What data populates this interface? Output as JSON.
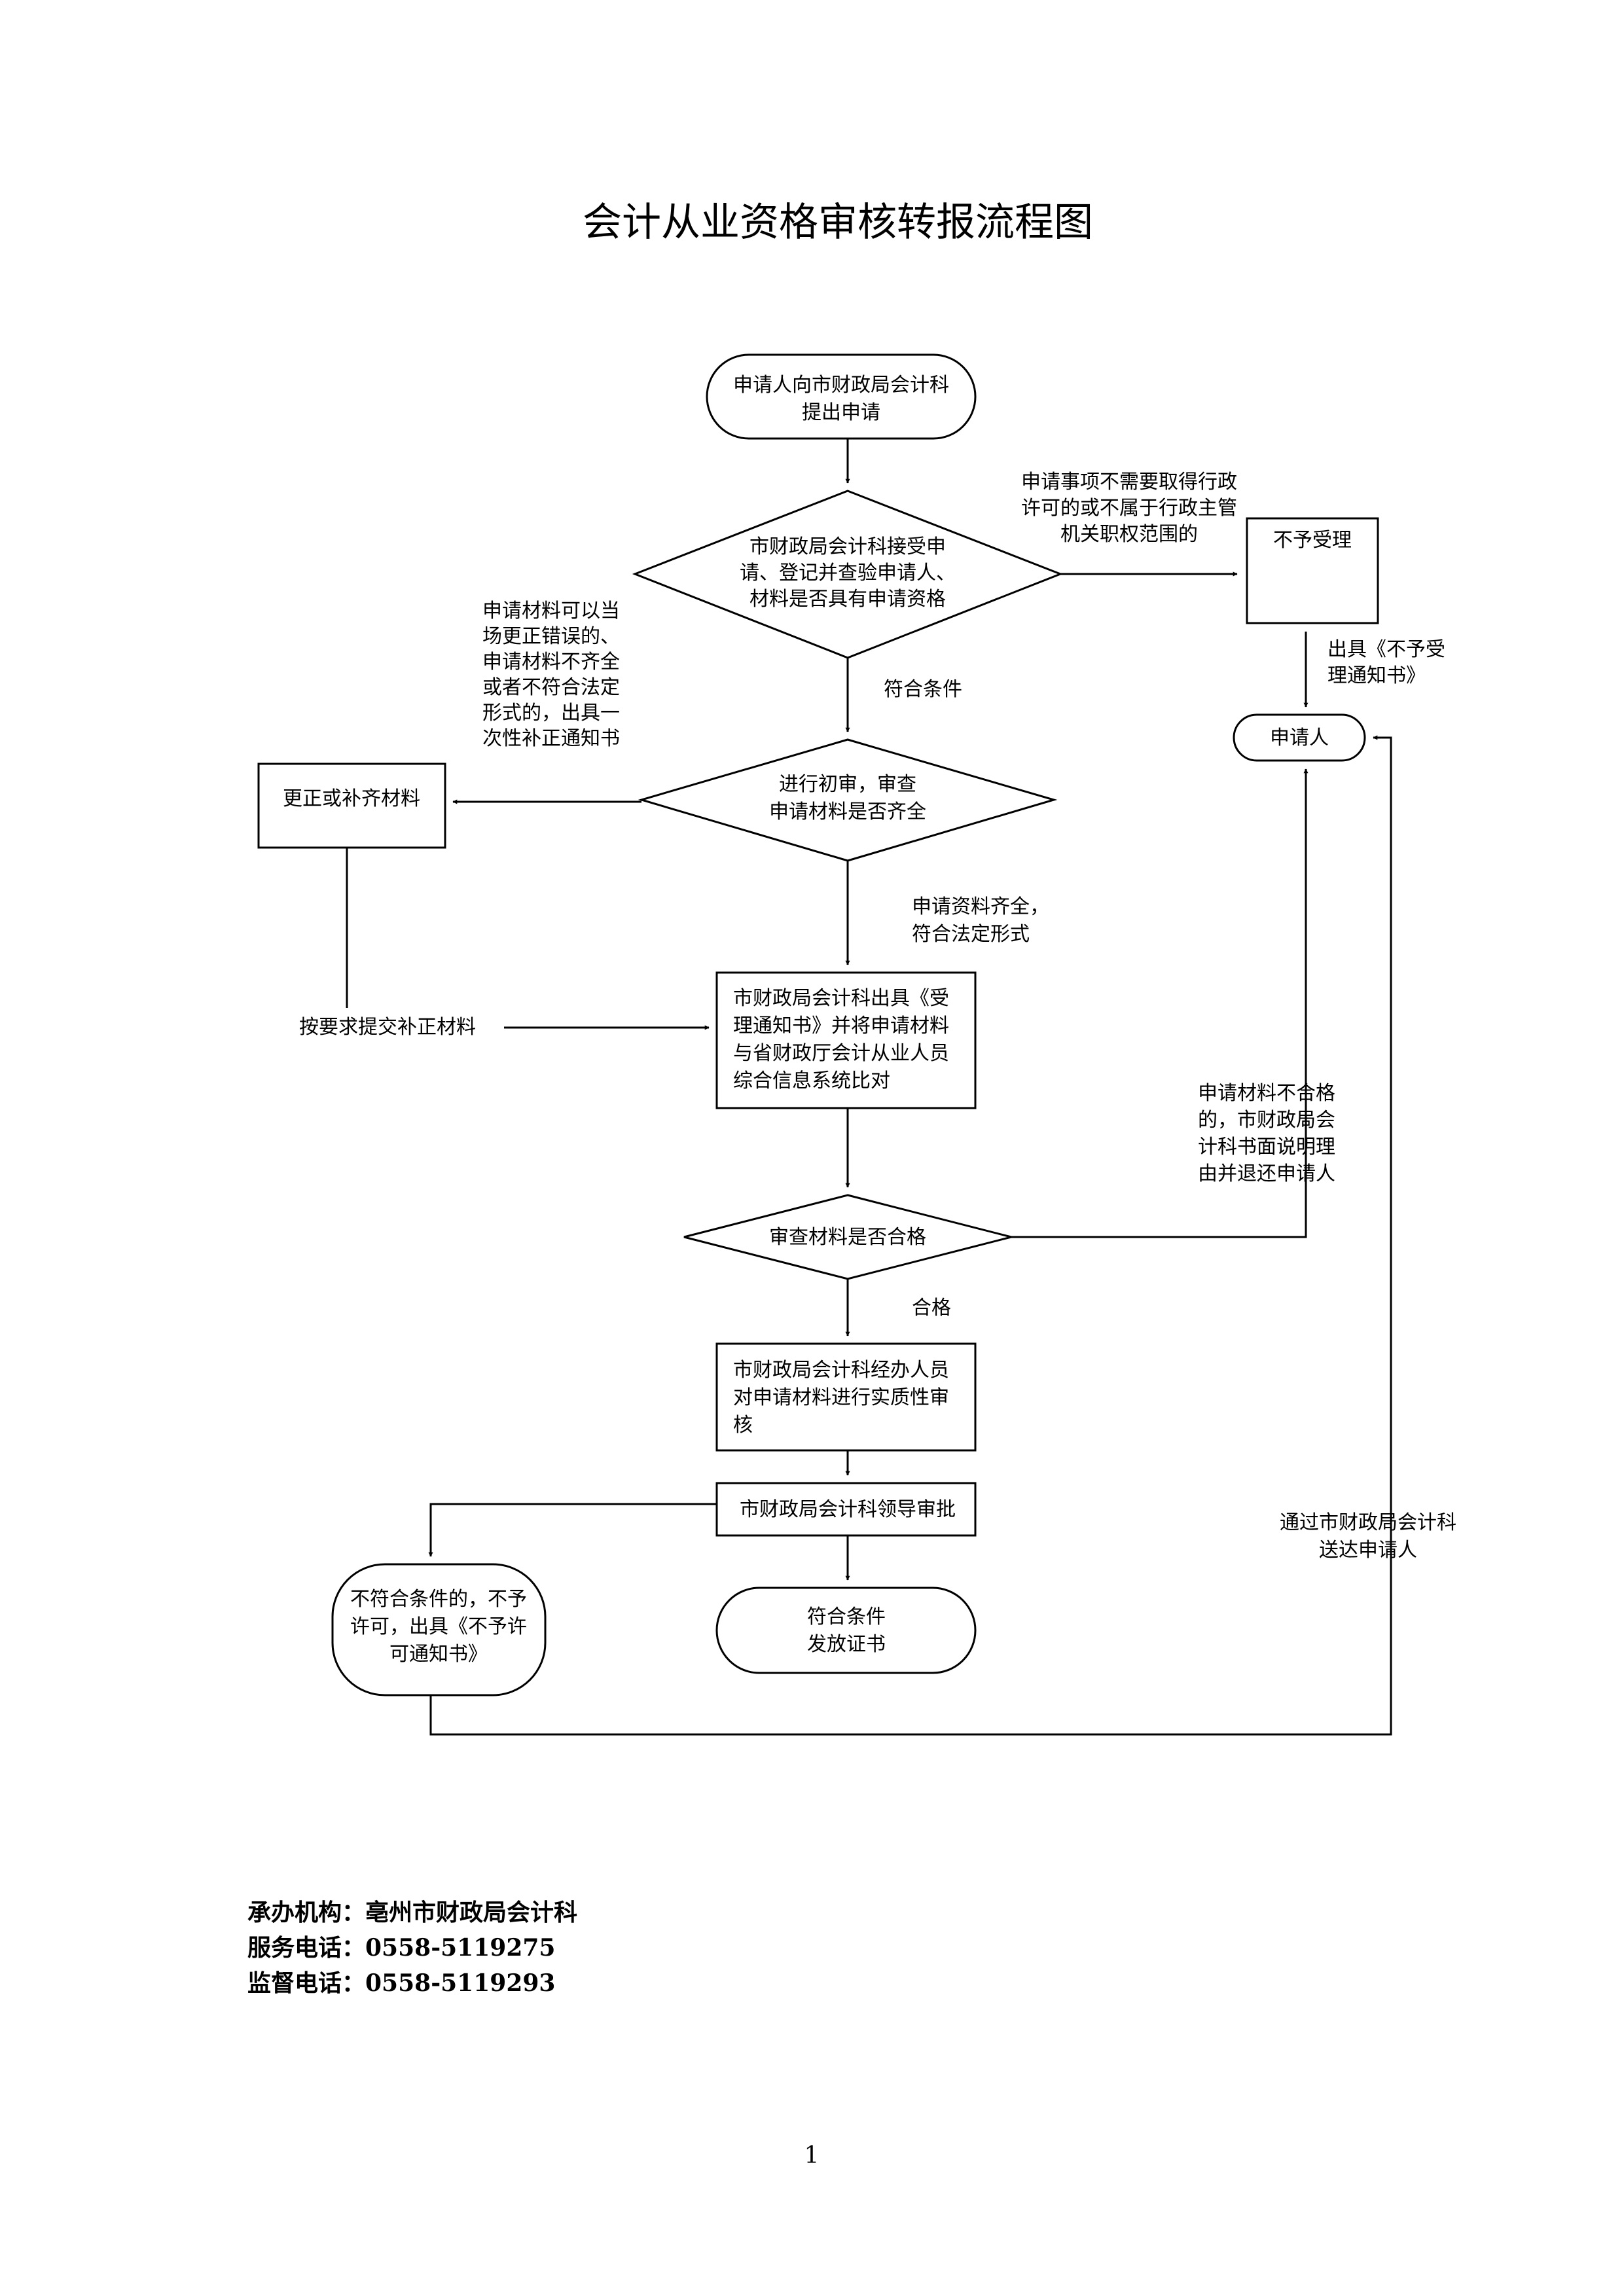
{
  "title": "会计从业资格审核转报流程图",
  "nodes": {
    "start": [
      "申请人向市财政局会计科",
      "提出申请"
    ],
    "check_qualification": [
      "市财政局会计科接受申",
      "请、登记并查验申请人、",
      "材料是否具有申请资格"
    ],
    "reject": [
      "不予受理"
    ],
    "applicant": [
      "申请人"
    ],
    "preliminary": [
      "进行初审，审查",
      "申请材料是否齐全"
    ],
    "correct": [
      "更正或补齐材料"
    ],
    "accept_notice": [
      "市财政局会计科出具《受",
      "理通知书》并将申请材料",
      "与省财政厅会计从业人员",
      "综合信息系统比对"
    ],
    "qualified_check": [
      "审查材料是否合格"
    ],
    "substantive": [
      "市财政局会计科经办人员",
      "对申请材料进行实质性审",
      "核"
    ],
    "leader": [
      "市财政局会计科领导审批"
    ],
    "deny": [
      "不符合条件的，不予",
      "许可，出具《不予许",
      "可通知书》"
    ],
    "issue": [
      "符合条件",
      "发放证书"
    ]
  },
  "edge_labels": {
    "not_needed": [
      "申请事项不需要取得行政",
      "许可的或不属于行政主管",
      "机关职权范围的"
    ],
    "notice_reject": [
      "出具《不予受",
      "理通知书》"
    ],
    "meets": [
      "符合条件"
    ],
    "incomplete": [
      "申请材料可以当",
      "场更正错误的、",
      "申请材料不齐全",
      "或者不符合法定",
      "形式的，出具一",
      "次性补正通知书"
    ],
    "complete": [
      "申请资料齐全，",
      "符合法定形式"
    ],
    "submit": [
      "按要求提交补正材料"
    ],
    "unqualified": [
      "申请材料不合格",
      "的，市财政局会",
      "计科书面说明理",
      "由并退还申请人"
    ],
    "pass": [
      "合格"
    ],
    "deliver": [
      "通过市财政局会计科",
      "送达申请人"
    ]
  },
  "footer": {
    "org": "承办机构：亳州市财政局会计科",
    "service": "服务电话：0558-5119275",
    "supervise": "监督电话：0558-5119293"
  },
  "page_number": "1"
}
